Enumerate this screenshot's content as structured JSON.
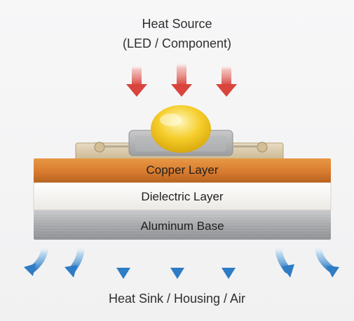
{
  "heat_source": {
    "line1": "Heat Source",
    "line2": "(LED / Component)"
  },
  "layers": {
    "copper": "Copper Layer",
    "dielectric": "Dielectric Layer",
    "aluminum": "Aluminum Base"
  },
  "heat_sink": {
    "label": "Heat Sink / Housing / Air"
  },
  "colors": {
    "heat_arrow": "#d9443d",
    "cool_arrow": "#2e7cc4",
    "copper": "#d97c2f",
    "dielectric": "#f3f1ee",
    "aluminum": "#a8a9ac",
    "led": "#f5cd2a"
  },
  "icons": {
    "incoming_heat": "down-arrow-icon",
    "outgoing_heat": "curved-down-arrow-icon"
  }
}
